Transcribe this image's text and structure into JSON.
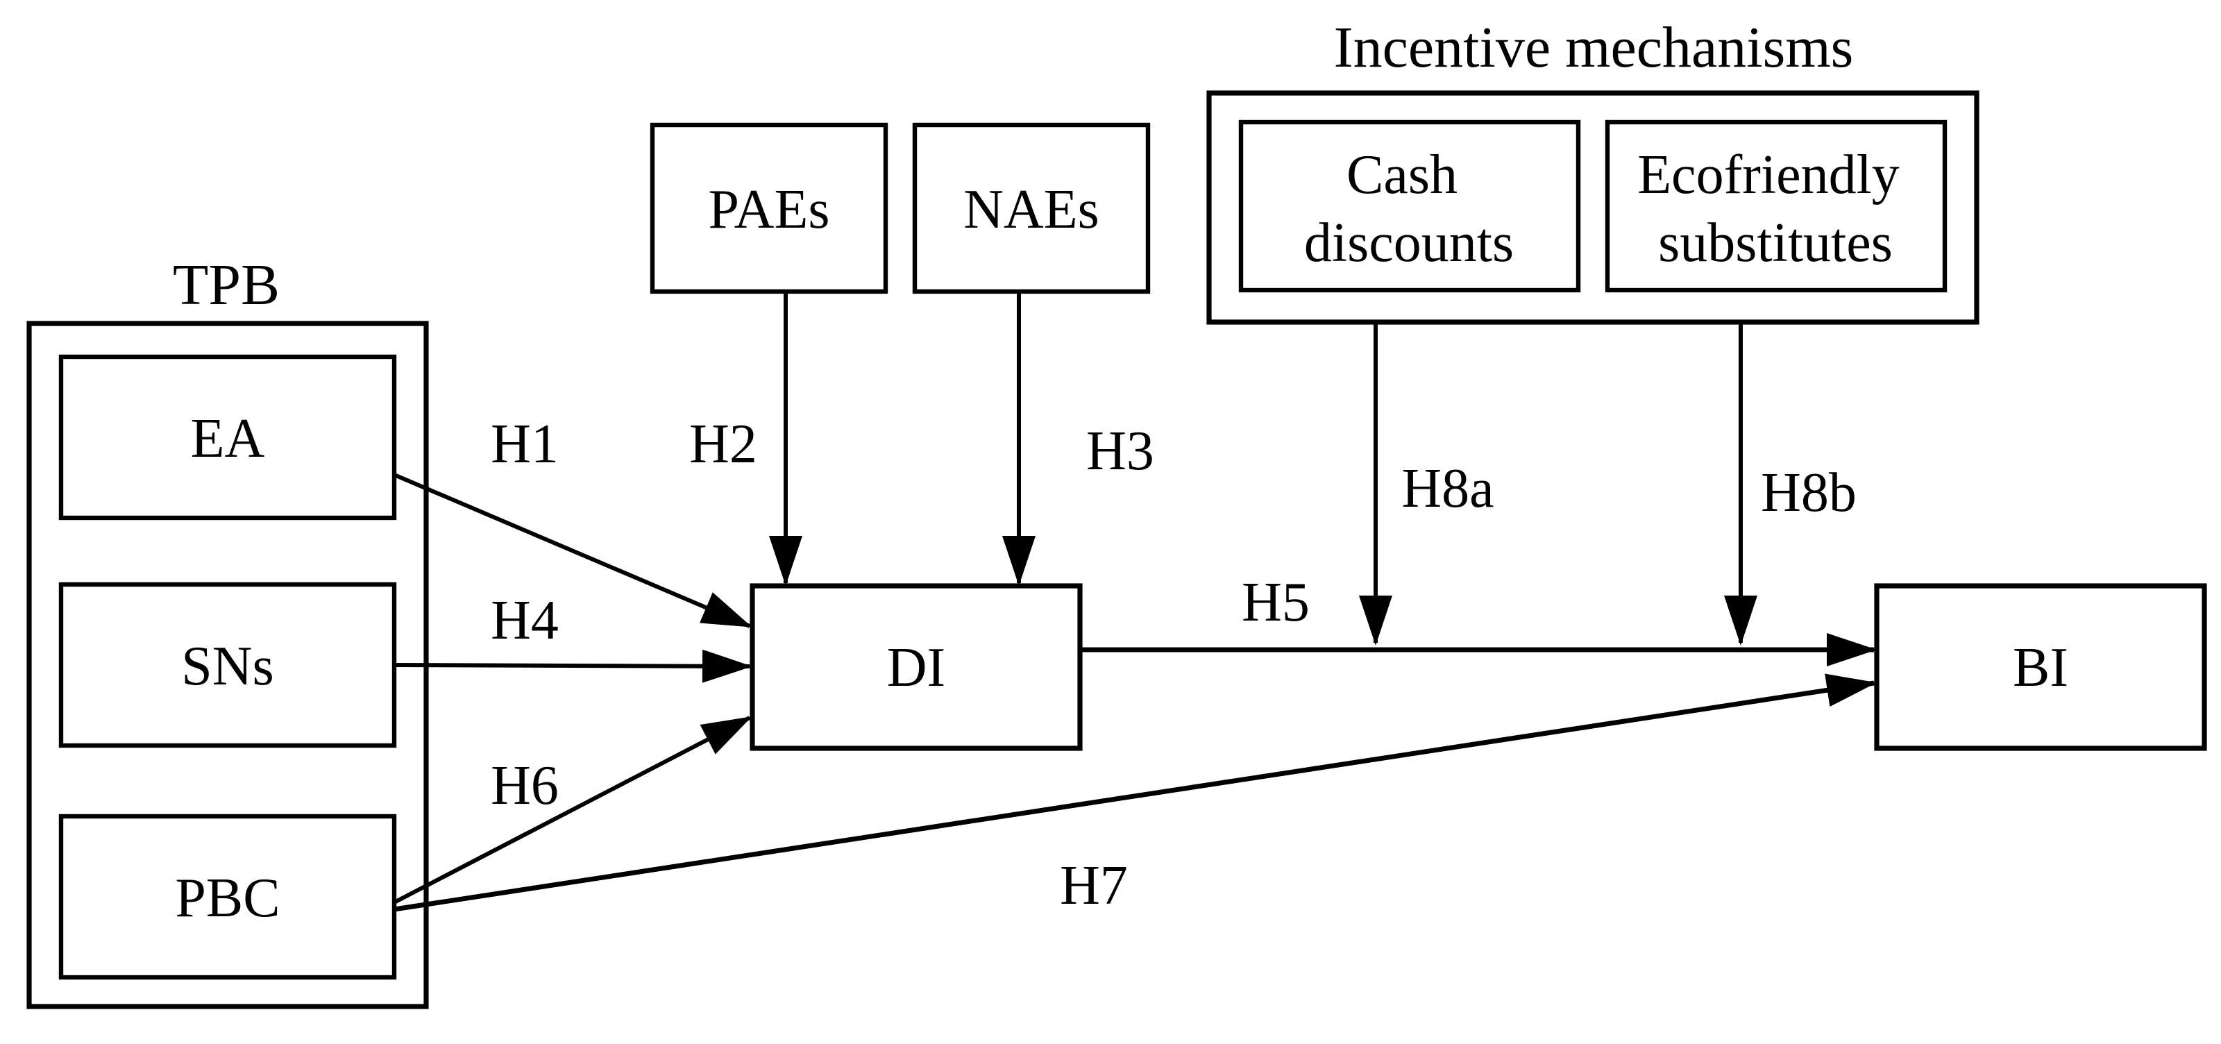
{
  "figure": {
    "background": "#ffffff",
    "line_color": "#000000",
    "groups": {
      "tpb": {
        "label": "TPB"
      },
      "incentive": {
        "label": "Incentive mechanisms"
      }
    },
    "constructs": {
      "ea": {
        "label": "EA"
      },
      "sns": {
        "label": "SNs"
      },
      "pbc": {
        "label": "PBC"
      },
      "paes": {
        "label": "PAEs"
      },
      "naes": {
        "label": "NAEs"
      },
      "cash": {
        "label": "Cash discounts",
        "lines": [
          "Cash",
          "discounts"
        ]
      },
      "eco": {
        "label": "Ecofriendly substitutes",
        "lines": [
          "Ecofriendly",
          "substitutes"
        ]
      },
      "di": {
        "label": "DI"
      },
      "bi": {
        "label": "BI"
      }
    },
    "hypotheses": {
      "h1": "H1",
      "h2": "H2",
      "h3": "H3",
      "h4": "H4",
      "h5": "H5",
      "h6": "H6",
      "h7": "H7",
      "h8a": "H8a",
      "h8b": "H8b"
    },
    "relations": [
      {
        "label": "H1",
        "from": "EA",
        "to": "DI"
      },
      {
        "label": "H2",
        "from": "PAEs",
        "to": "DI"
      },
      {
        "label": "H3",
        "from": "NAEs",
        "to": "DI"
      },
      {
        "label": "H4",
        "from": "SNs",
        "to": "DI"
      },
      {
        "label": "H5",
        "from": "DI",
        "to": "BI"
      },
      {
        "label": "H6",
        "from": "PBC",
        "to": "DI"
      },
      {
        "label": "H7",
        "from": "PBC",
        "to": "BI"
      },
      {
        "label": "H8a",
        "from": "Cash discounts",
        "to": "DI-BI path"
      },
      {
        "label": "H8b",
        "from": "Ecofriendly substitutes",
        "to": "DI-BI path"
      }
    ]
  }
}
